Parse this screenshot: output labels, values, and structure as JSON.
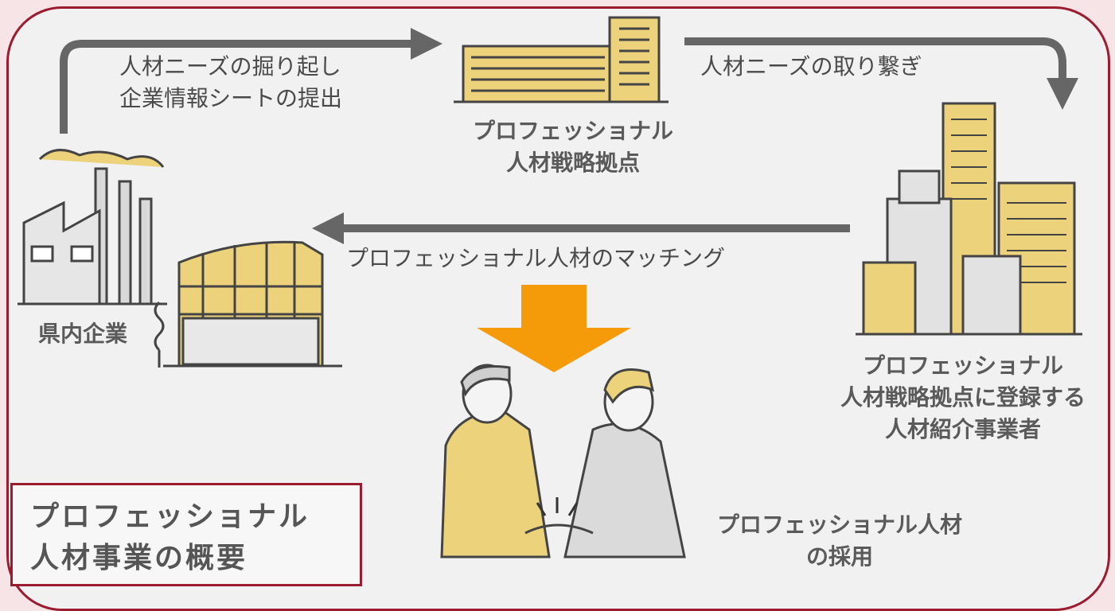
{
  "labels": {
    "flow_top_left_line1": "人材ニーズの掘り起し",
    "flow_top_left_line2": "企業情報シートの提出",
    "flow_top_right": "人材ニーズの取り繋ぎ",
    "hub_line1": "プロフェッショナル",
    "hub_line2": "人材戦略拠点",
    "matching": "プロフェッショナル人材のマッチング",
    "company": "県内企業",
    "agency_line1": "プロフェッショナル",
    "agency_line2": "人材戦略拠点に登録する",
    "agency_line3": "人材紹介事業者",
    "hiring_line1": "プロフェッショナル人材",
    "hiring_line2": "の採用"
  },
  "title": {
    "line1": "プロフェッショナル",
    "line2": "人材事業の概要"
  },
  "colors": {
    "frame": "#9b1c2e",
    "panel": "#f1f1f1",
    "arrow_gray": "#666666",
    "arrow_orange": "#f59b0a",
    "accent_yellow": "#ecd27a"
  }
}
